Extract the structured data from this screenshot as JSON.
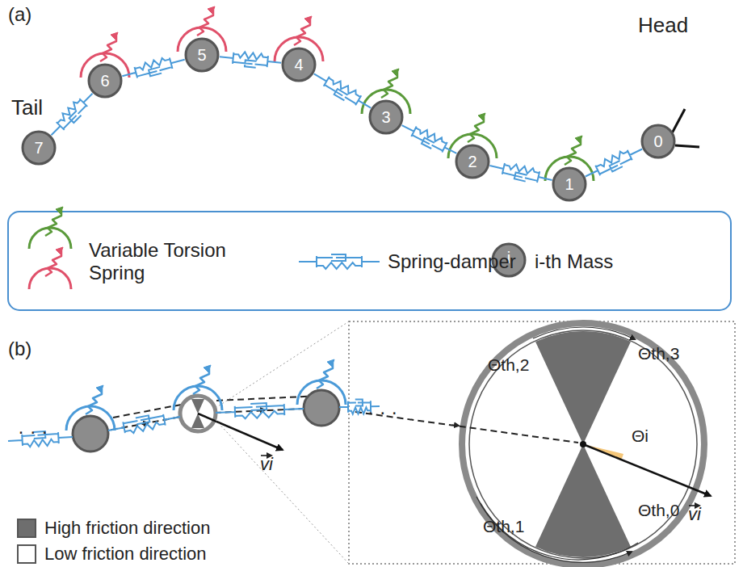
{
  "diagram": {
    "nodes": [
      {
        "text": [
          "0"
        ]
      },
      {
        "text": [
          "1"
        ]
      },
      {
        "text": [
          "2"
        ]
      },
      {
        "text": [
          "3"
        ]
      },
      {
        "text": [
          "4"
        ]
      },
      {
        "text": [
          "5"
        ]
      },
      {
        "text": [
          "6"
        ]
      },
      {
        "text": [
          "7"
        ]
      }
    ],
    "edges": [
      {
        "from": 0,
        "to": 1,
        "arrow": "none"
      },
      {
        "from": 1,
        "to": 2,
        "arrow": "none"
      },
      {
        "from": 2,
        "to": 3,
        "arrow": "none"
      },
      {
        "from": 3,
        "to": 4,
        "arrow": "none"
      },
      {
        "from": 4,
        "to": 5,
        "arrow": "none"
      },
      {
        "from": 5,
        "to": 6,
        "arrow": "none"
      },
      {
        "from": 6,
        "to": 7,
        "arrow": "none"
      }
    ],
    "labels": [
      "(a)",
      "Tail",
      "Head",
      "i",
      "(b)",
      "· · ·",
      "· · ·",
      "vi",
      "Θth,2",
      "Θth,3",
      "Θth,1",
      "Θth,0",
      "Θi",
      "vi"
    ],
    "legend": [
      {
        "text": "Variable Torsion Spring"
      },
      {
        "text": "Spring-damper"
      },
      {
        "text": "i-th Mass"
      },
      {
        "text": "High friction direction",
        "color": "#6e6e6e"
      },
      {
        "text": "Low friction direction",
        "color": "#ffffff"
      }
    ]
  }
}
